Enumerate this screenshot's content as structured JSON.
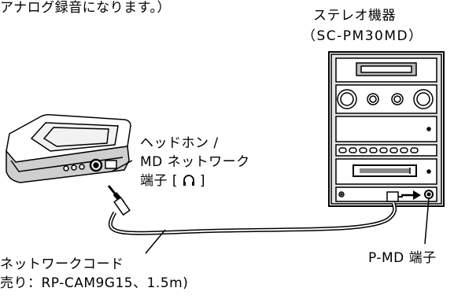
{
  "note_line": "アナログ録音になります。）",
  "stereo": {
    "title": "ステレオ機器",
    "model": "（SC-PM30MD）"
  },
  "headphone_terminal": {
    "line1": "ヘッドホン /",
    "line2": "MD ネットワーク",
    "line3": "端子 [ ",
    "line3_end": " ]"
  },
  "pmd_terminal": "P-MD 端子",
  "cord": {
    "line1": "ネットワークコード",
    "line2": "売り：RP-CAM9G15、1.5m)"
  },
  "icons": [
    "headphone-icon",
    "arrow-right-icon"
  ]
}
